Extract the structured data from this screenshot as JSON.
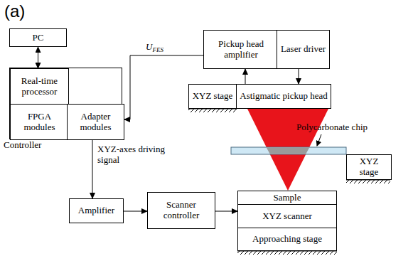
{
  "diagram": {
    "nodes": [
      {
        "text": [
          "PC"
        ]
      },
      {
        "text": [
          "Controller"
        ]
      },
      {
        "text": [
          "Real-time processor"
        ],
        "in": 1
      },
      {
        "text": [
          "FPGA modules"
        ],
        "in": 1
      },
      {
        "text": [
          "Adapter modules"
        ],
        "in": 1
      },
      {
        "text": [
          "Pickup head amplifier"
        ]
      },
      {
        "text": [
          "Laser driver"
        ]
      },
      {
        "text": [
          "XYZ stage"
        ]
      },
      {
        "text": [
          "Astigmatic pickup head"
        ]
      },
      {
        "text": [
          "XYZ stage"
        ]
      },
      {
        "text": [
          "Sample"
        ]
      },
      {
        "text": [
          "XYZ scanner"
        ]
      },
      {
        "text": [
          "Approaching stage"
        ]
      },
      {
        "text": [
          "Amplifier"
        ]
      },
      {
        "text": [
          "Scanner controller"
        ]
      }
    ],
    "edges": [
      {
        "from": 0,
        "to": 2,
        "arrow": "both"
      },
      {
        "from": 5,
        "to": 4,
        "arrow": "to"
      },
      {
        "from": 8,
        "to": 5,
        "arrow": "to"
      },
      {
        "from": 6,
        "to": 8,
        "arrow": "to"
      },
      {
        "from": 4,
        "to": 13,
        "label": "XYZ-axes driving signal",
        "arrow": "to"
      },
      {
        "from": 13,
        "to": 14,
        "arrow": "to"
      },
      {
        "from": 14,
        "to": 11,
        "arrow": "to"
      }
    ],
    "labels": [
      "(a)",
      "U",
      "FES",
      "Polycarbonate chip"
    ]
  }
}
